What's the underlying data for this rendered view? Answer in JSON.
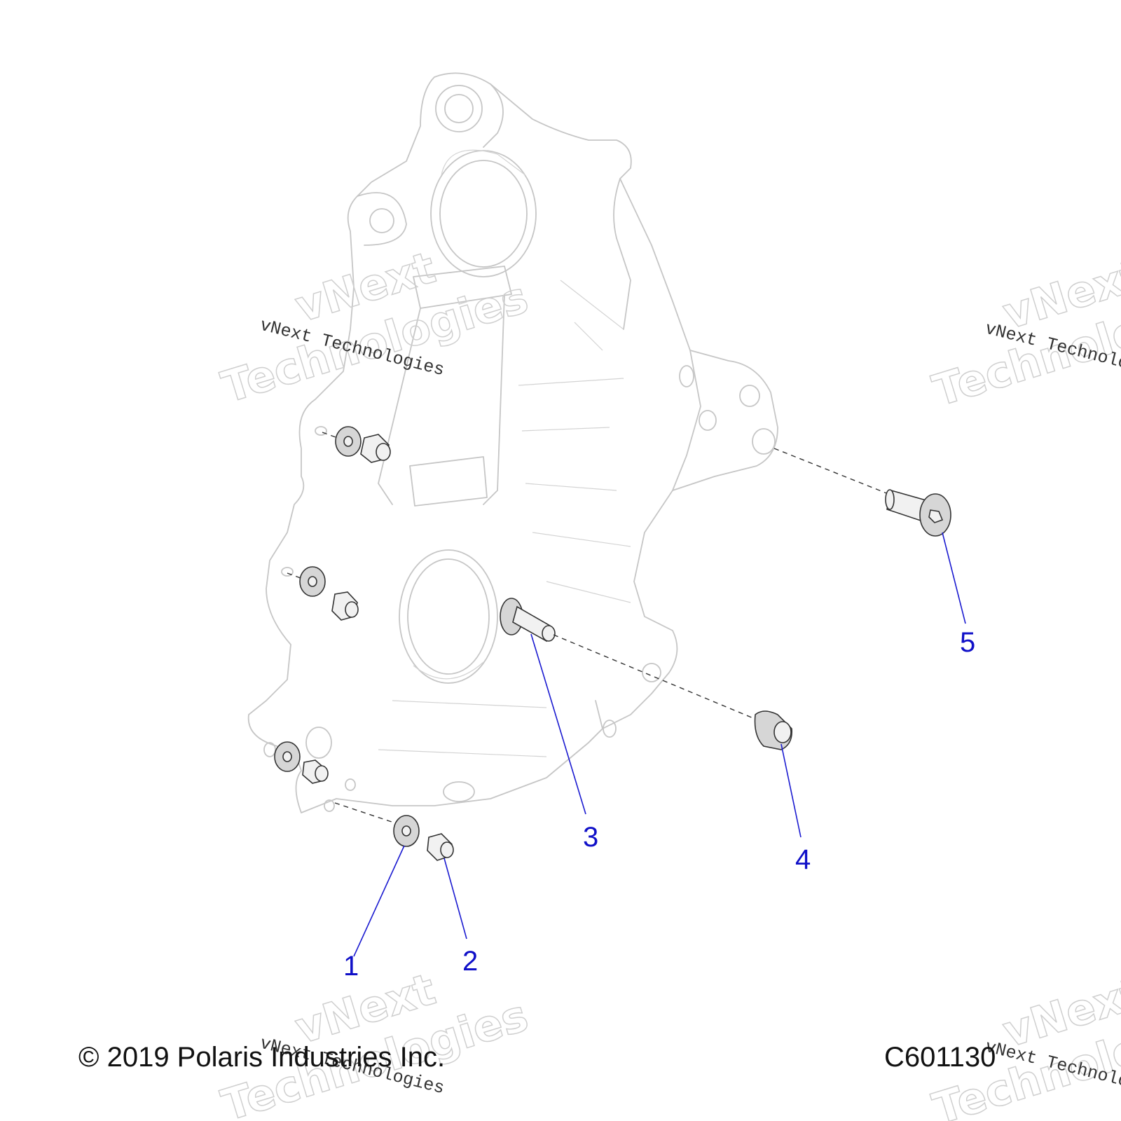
{
  "diagram": {
    "callouts": [
      {
        "id": "1",
        "label": "1"
      },
      {
        "id": "2",
        "label": "2"
      },
      {
        "id": "3",
        "label": "3"
      },
      {
        "id": "4",
        "label": "4"
      },
      {
        "id": "5",
        "label": "5"
      }
    ]
  },
  "footer": {
    "copyright": "© 2019 Polaris Industries Inc.",
    "drawing_number": "C601130"
  },
  "watermark": {
    "line": "vNext Technologies",
    "big_line1": "vNext",
    "big_line2": "Technologies"
  }
}
